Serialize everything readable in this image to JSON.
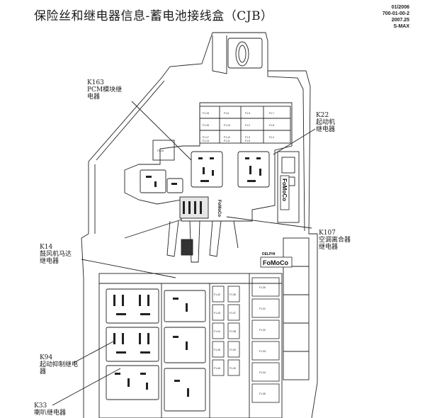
{
  "title": "保险丝和继电器信息-蓄电池接线盒（CJB）",
  "doc_ref": {
    "line1": "01/2006",
    "line2": "700-01-00-2",
    "line3": "2007.25",
    "line4": "S-MAX"
  },
  "callouts": {
    "k163": {
      "code": "K163",
      "line1": "PCM模块继",
      "line2": "电器"
    },
    "k22": {
      "code": "K22",
      "line1": "起动机",
      "line2": "继电器"
    },
    "k107": {
      "code": "K107",
      "line1": "空调离合器",
      "line2": "继电器"
    },
    "k14": {
      "code": "K14",
      "line1": "鼓风机马达",
      "line2": "继电器"
    },
    "k94": {
      "code": "K94",
      "line1": "起动抑制继电",
      "line2": "器"
    },
    "k33": {
      "code": "K33",
      "line1": "喇叭继电器"
    }
  },
  "brand": {
    "logo": "FoMoCo",
    "stamp": "DELPHI"
  },
  "fuse_labels": {
    "top_grid": [
      "F1.15",
      "F1.6",
      "F1.9",
      "F1.7",
      "F1.16",
      "F1.10",
      "F1.2",
      "F1.8",
      "F1.17",
      "F1.12",
      "F1.3",
      "F1.4",
      "F1.14",
      "F1.11",
      "F1.5"
    ],
    "left_slot": "F1.15",
    "mid_col_a": [
      "F1.42",
      "F1.43",
      "F1.44",
      "F1.45",
      "F1.46"
    ],
    "mid_col_b": [
      "F1.36",
      "F1.37",
      "F1.38",
      "F1.39",
      "F1.40"
    ],
    "big_fuses": [
      "F1.30",
      "F1.31",
      "F1.32",
      "F1.33",
      "F1.34",
      "F1.35"
    ]
  }
}
